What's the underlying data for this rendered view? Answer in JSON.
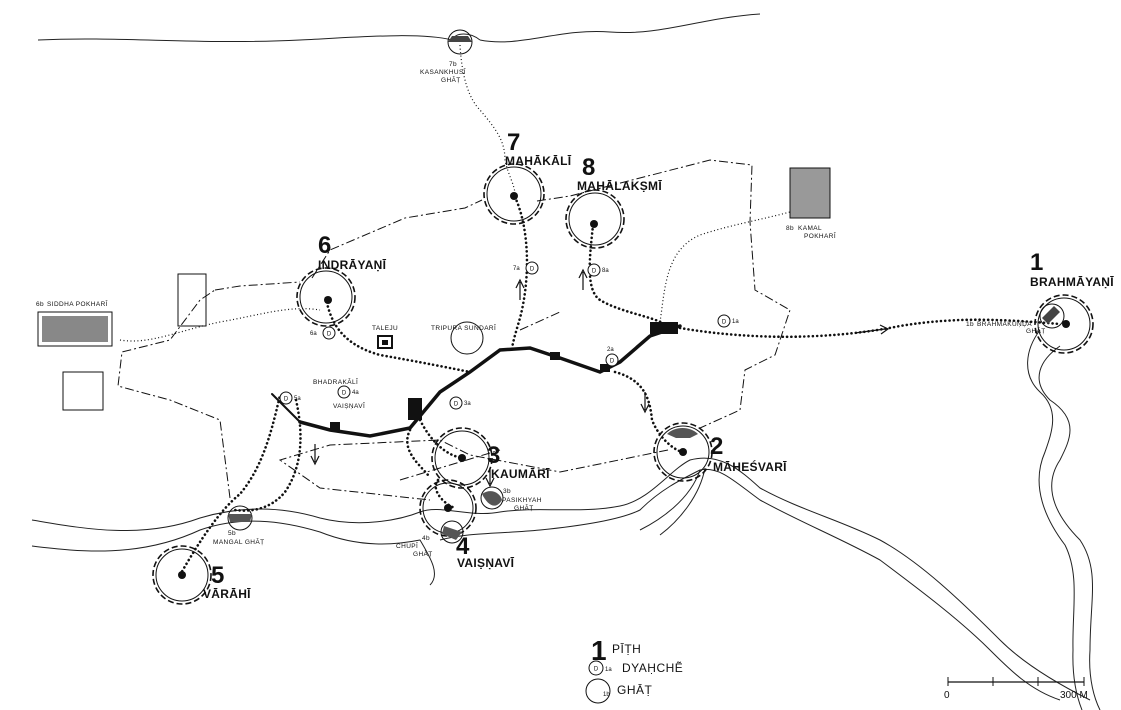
{
  "pithas": [
    {
      "number": "1",
      "name": "BRAHMĀYAṆĪ"
    },
    {
      "number": "2",
      "name": "MĀHEŚVARĪ"
    },
    {
      "number": "3",
      "name": "KAUMĀRĪ"
    },
    {
      "number": "4",
      "name": "VAIṢṆAVĪ"
    },
    {
      "number": "5",
      "name": "VĀRĀHĪ"
    },
    {
      "number": "6",
      "name": "INDRĀYAṆĪ"
    },
    {
      "number": "7",
      "name": "MAHĀKĀLĪ"
    },
    {
      "number": "8",
      "name": "MAHĀLAKṢMĪ"
    }
  ],
  "ghats": {
    "g1b": {
      "code": "1b",
      "name": "BRAHMAKUṆḌA",
      "suffix": "GHĀṬ"
    },
    "g3b": {
      "code": "3b",
      "name": "PASIKHYAH",
      "suffix": "GHĀṬ"
    },
    "g4b": {
      "code": "4b",
      "name": "CHUPĪ",
      "suffix": "GHĀṬ"
    },
    "g5b": {
      "code": "5b",
      "name": "MANGAL GHĀṬ"
    },
    "g6b": {
      "code": "6b",
      "name": "SIDDHA POKHARĪ"
    },
    "g7b": {
      "code": "7b",
      "name": "KASANKHUSĪ",
      "suffix": "GHĀṬ"
    },
    "g8b": {
      "code": "8b",
      "name": "KAMAL",
      "suffix": "POKHARĪ"
    }
  },
  "dyahche": {
    "d1a": "1a",
    "d2a": "2a",
    "d3a": "3a",
    "d4a": "4a",
    "d5a": "5a",
    "d6a": "6a",
    "d7a": "7a",
    "d8a": "8a",
    "symbol": "D"
  },
  "landmarks": {
    "taleju": "TALEJU",
    "tripura": "TRIPURA SUNDARĪ",
    "bhadrakali": "BHADRAKĀLĪ",
    "vaisnavi_temple": "VAIṢṆAVĪ"
  },
  "legend": {
    "number": "1",
    "pith": "PĪṬH",
    "dyahche": "DYAḤCHẼ",
    "dyahche_code": "1a",
    "ghat": "GHĀṬ",
    "ghat_code": "1b"
  },
  "scale": {
    "start": "0",
    "end": "300 M"
  }
}
